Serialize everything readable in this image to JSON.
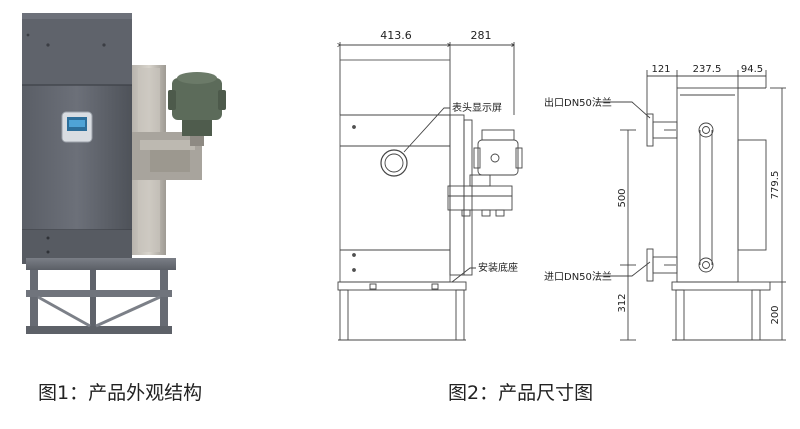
{
  "figure1": {
    "caption": "图1：产品外观结构"
  },
  "figure2": {
    "caption": "图2：产品尺寸图",
    "front_view": {
      "dim_width_left": "413.6",
      "dim_width_right": "281",
      "label_display": "表头显示屏",
      "label_base": "安装底座"
    },
    "side_view": {
      "dim_top_1": "121",
      "dim_top_2": "237.5",
      "dim_top_3": "94.5",
      "dim_height_total": "779.5",
      "dim_pipe_spacing": "500",
      "dim_inlet_height": "312",
      "dim_base_height": "200",
      "label_outlet": "出口DN50法兰",
      "label_inlet": "进口DN50法兰"
    }
  }
}
